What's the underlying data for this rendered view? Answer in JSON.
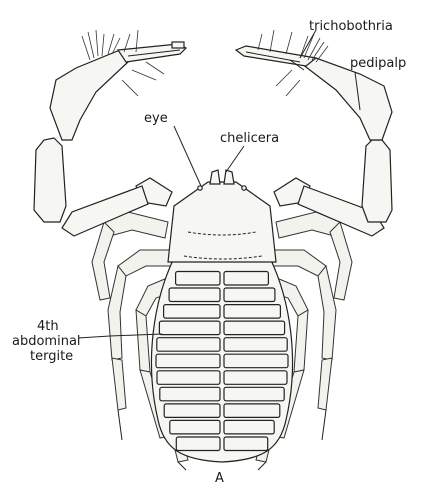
{
  "labels": {
    "trichobothria": "trichobothria",
    "pedipalp": "pedipalp",
    "eye": "eye",
    "chelicera": "chelicera",
    "tergite_line1": "4th",
    "tergite_line2": "abdominal",
    "tergite_line3": "tergite"
  },
  "caption": "A",
  "colors": {
    "ink": "#222222",
    "fill": "#f6f6f2",
    "background": "#ffffff"
  }
}
